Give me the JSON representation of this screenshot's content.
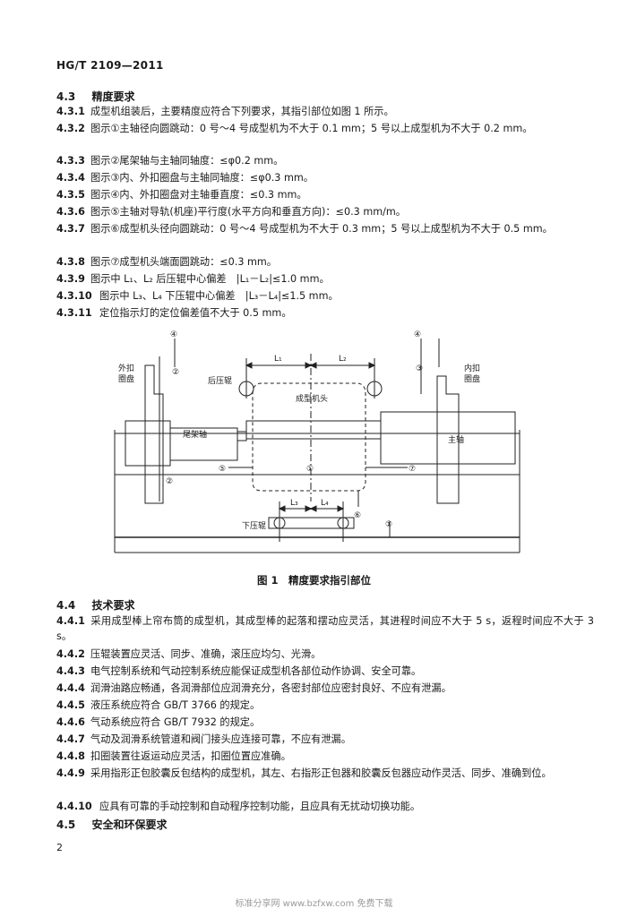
{
  "header": "HG/T 2109—2011",
  "s43": {
    "num": "4.3",
    "title": "精度要求"
  },
  "p431": {
    "num": "4.3.1",
    "text": "成型机组装后，主要精度应符合下列要求，其指引部位如图 1 所示。"
  },
  "p432": {
    "num": "4.3.2",
    "text": "图示①主轴径向圆跳动：0 号～4 号成型机为不大于 0.1 mm；5 号以上成型机为不大于 0.2 mm。"
  },
  "p433": {
    "num": "4.3.3",
    "text": "图示②尾架轴与主轴同轴度：≤φ0.2 mm。"
  },
  "p434": {
    "num": "4.3.4",
    "text": "图示③内、外扣圈盘与主轴同轴度：≤φ0.3 mm。"
  },
  "p435": {
    "num": "4.3.5",
    "text": "图示④内、外扣圈盘对主轴垂直度：≤0.3 mm。"
  },
  "p436": {
    "num": "4.3.6",
    "text": "图示⑤主轴对导轨(机座)平行度(水平方向和垂直方向)：≤0.3 mm/m。"
  },
  "p437": {
    "num": "4.3.7",
    "text": "图示⑥成型机头径向圆跳动：0 号～4 号成型机为不大于 0.3 mm；5 号以上成型机为不大于 0.5 mm。"
  },
  "p438": {
    "num": "4.3.8",
    "text": "图示⑦成型机头端面圆跳动：≤0.3 mm。"
  },
  "p439": {
    "num": "4.3.9",
    "text": "图示中 L₁、L₂ 后压辊中心偏差　|L₁－L₂|≤1.0 mm。"
  },
  "p4310": {
    "num": "4.3.10",
    "text": "图示中 L₃、L₄ 下压辊中心偏差　|L₃－L₄|≤1.5 mm。"
  },
  "p4311": {
    "num": "4.3.11",
    "text": "定位指示灯的定位偏差值不大于 0.5 mm。"
  },
  "figure": {
    "label_outer_ring": [
      "外扣",
      "圈盘"
    ],
    "label_inner_ring": [
      "内扣",
      "圈盘"
    ],
    "label_rear_roller": "后压辊",
    "label_head": "成型机头",
    "label_tail_shaft": "尾架轴",
    "label_main_shaft": "主轴",
    "label_lower_roller": "下压辊",
    "L1": "L₁",
    "L2": "L₂",
    "L3": "L₃",
    "L4": "L₄",
    "c1": "①",
    "c2": "②",
    "c3": "③",
    "c4": "④",
    "c5": "⑤",
    "c6": "⑥",
    "c7": "⑦",
    "caption": "图 1　精度要求指引部位"
  },
  "s44": {
    "num": "4.4",
    "title": "技术要求"
  },
  "p441": {
    "num": "4.4.1",
    "text": "采用成型棒上帘布筒的成型机，其成型棒的起落和摆动应灵活，其进程时间应不大于 5 s，返程时间应不大于 3 s。"
  },
  "p442": {
    "num": "4.4.2",
    "text": "压辊装置应灵活、同步、准确，滚压应均匀、光滑。"
  },
  "p443": {
    "num": "4.4.3",
    "text": "电气控制系统和气动控制系统应能保证成型机各部位动作协调、安全可靠。"
  },
  "p444": {
    "num": "4.4.4",
    "text": "润滑油路应畅通，各润滑部位应润滑充分，各密封部位应密封良好、不应有泄漏。"
  },
  "p445": {
    "num": "4.4.5",
    "text": "液压系统应符合 GB/T 3766 的规定。"
  },
  "p446": {
    "num": "4.4.6",
    "text": "气动系统应符合 GB/T 7932 的规定。"
  },
  "p447": {
    "num": "4.4.7",
    "text": "气动及润滑系统管道和阀门接头应连接可靠，不应有泄漏。"
  },
  "p448": {
    "num": "4.4.8",
    "text": "扣圈装置往返运动应灵活，扣圈位置应准确。"
  },
  "p449": {
    "num": "4.4.9",
    "text": "采用指形正包胶囊反包结构的成型机，其左、右指形正包器和胶囊反包器应动作灵活、同步、准确到位。"
  },
  "p4410": {
    "num": "4.4.10",
    "text": "应具有可靠的手动控制和自动程序控制功能，且应具有无扰动切换功能。"
  },
  "s45": {
    "num": "4.5",
    "title": "安全和环保要求"
  },
  "page_number": "2",
  "watermark": "标准分享网 www.bzfxw.com 免费下载"
}
